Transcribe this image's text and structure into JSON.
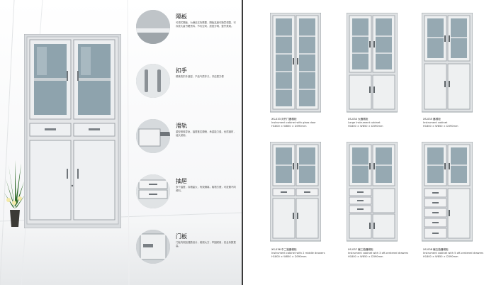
{
  "features": [
    {
      "title": "隔板",
      "desc": "可调式隔板，为满足实际需要，隔板高度可随意调整，可存放大量书籍资料，节约空间、层层分明、整齐美观。"
    },
    {
      "title": "扣手",
      "desc": "精美的扣手造型，产品气质非凡，开启更方便"
    },
    {
      "title": "滑轨",
      "desc": "重型滚珠导轨，抽屉推拉顺畅，承重能力强，优质钢材，经久耐用。"
    },
    {
      "title": "抽屉",
      "desc": "多个抽屉，存储量大，有效隔离，取物方便，可放置不同资料。"
    },
    {
      "title": "门板",
      "desc": "门板内侧加强筋设计，美观大方，牢固耐用，安全系数更高。"
    }
  ],
  "products": [
    {
      "code": "XS-033 对开门器械柜",
      "name": "Instrument cabinet with glass door",
      "size": "H1800 × W850 × D390mm"
    },
    {
      "code": "XS-034 大器械柜",
      "name": "Large Instrument cabinet",
      "size": "H1800 × W850 × D390mm"
    },
    {
      "code": "XS-035 器械柜",
      "name": "Instrument cabinet",
      "size": "H1800 × W850 × D390mm"
    },
    {
      "code": "XS-036 中二抽器械柜",
      "name": "Instrument cabinet with 2 middle drawers",
      "size": "H1800 × W850 × D390mm"
    },
    {
      "code": "XS-037 偏三抽器械柜",
      "name": "Instrument cabinet with 3 off-centered drawers",
      "size": "H1800 × W850 × D390mm"
    },
    {
      "code": "XS-038 偏五抽器械柜",
      "name": "Instrument cabinet with 5 off-centered drawers",
      "size": "H1800 × W850 × D390mm"
    }
  ]
}
